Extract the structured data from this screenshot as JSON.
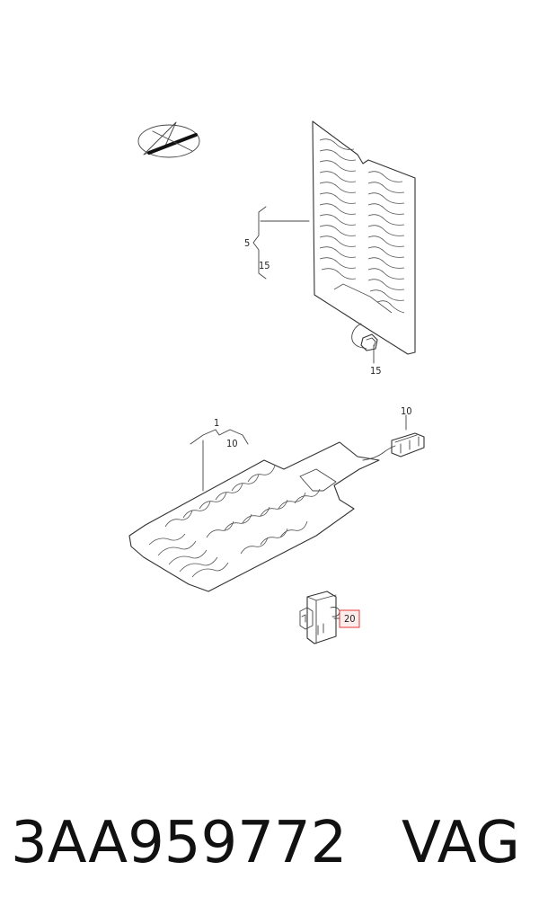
{
  "diagram": {
    "labels": {
      "backrest_ref": "5",
      "backrest_sub": "15",
      "backrest_connector": "15",
      "cushion_ref": "1",
      "cushion_sub": "10",
      "cushion_connector": "10",
      "switch_ref": "20"
    },
    "colors": {
      "line": "#333333",
      "highlight_box": "#e53935",
      "highlight_fill": "#fdecec"
    },
    "icons": {
      "orientation": "orientation-symbol-icon"
    }
  },
  "caption": {
    "part_number": "3AA959772",
    "brand": "VAG"
  }
}
